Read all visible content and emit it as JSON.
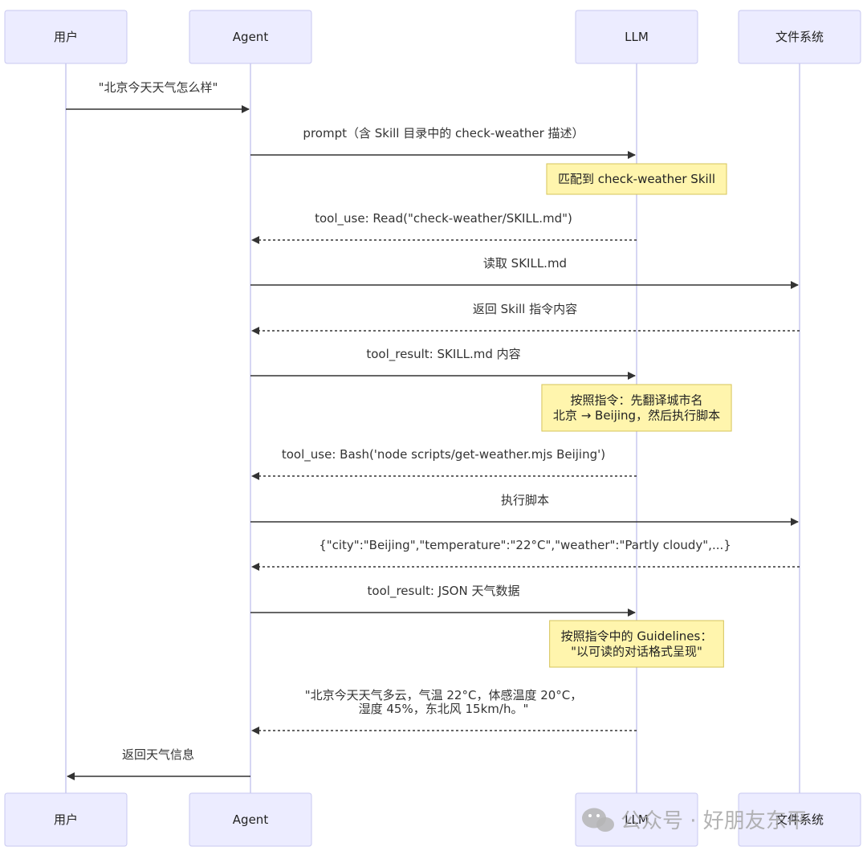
{
  "participants": [
    {
      "id": "user",
      "label": "用户"
    },
    {
      "id": "agent",
      "label": "Agent"
    },
    {
      "id": "llm",
      "label": "LLM"
    },
    {
      "id": "fs",
      "label": "文件系统"
    }
  ],
  "messages": [
    {
      "from": "user",
      "to": "agent",
      "style": "solid",
      "lines": [
        "\"北京今天天气怎么样\""
      ]
    },
    {
      "from": "agent",
      "to": "llm",
      "style": "solid",
      "lines": [
        "prompt（含 Skill 目录中的 check-weather 描述）"
      ]
    },
    {
      "note": true,
      "over": "llm",
      "lines": [
        "匹配到 check-weather Skill"
      ]
    },
    {
      "from": "llm",
      "to": "agent",
      "style": "dashed",
      "lines": [
        "tool_use: Read(\"check-weather/SKILL.md\")"
      ]
    },
    {
      "from": "agent",
      "to": "fs",
      "style": "solid",
      "lines": [
        "读取 SKILL.md"
      ]
    },
    {
      "from": "fs",
      "to": "agent",
      "style": "dashed",
      "lines": [
        "返回 Skill 指令内容"
      ]
    },
    {
      "from": "agent",
      "to": "llm",
      "style": "solid",
      "lines": [
        "tool_result: SKILL.md 内容"
      ]
    },
    {
      "note": true,
      "over": "llm",
      "lines": [
        "按照指令：先翻译城市名",
        "北京 → Beijing，然后执行脚本"
      ]
    },
    {
      "from": "llm",
      "to": "agent",
      "style": "dashed",
      "lines": [
        "tool_use: Bash('node scripts/get-weather.mjs Beijing')"
      ]
    },
    {
      "from": "agent",
      "to": "fs",
      "style": "solid",
      "lines": [
        "执行脚本"
      ]
    },
    {
      "from": "fs",
      "to": "agent",
      "style": "dashed",
      "lines": [
        "{\"city\":\"Beijing\",\"temperature\":\"22°C\",\"weather\":\"Partly cloudy\",...}"
      ]
    },
    {
      "from": "agent",
      "to": "llm",
      "style": "solid",
      "lines": [
        "tool_result: JSON 天气数据"
      ]
    },
    {
      "note": true,
      "over": "llm",
      "lines": [
        "按照指令中的 Guidelines：",
        "\"以可读的对话格式呈现\""
      ]
    },
    {
      "from": "llm",
      "to": "agent",
      "style": "dashed",
      "lines": [
        "\"北京今天天气多云，气温 22°C，体感温度 20°C，",
        "湿度 45%，东北风 15km/h。\""
      ]
    },
    {
      "from": "agent",
      "to": "user",
      "style": "solid",
      "lines": [
        "返回天气信息"
      ]
    }
  ],
  "watermark": {
    "text": "公众号 · 好朋友东平",
    "icon": "wechat-icon"
  },
  "colors": {
    "actor_fill": "#ececff",
    "actor_stroke": "#c9c9f0",
    "lifeline": "#c8c8ef",
    "arrow": "#333333",
    "note_fill": "#fff5ad",
    "note_stroke": "#d6c45a"
  }
}
